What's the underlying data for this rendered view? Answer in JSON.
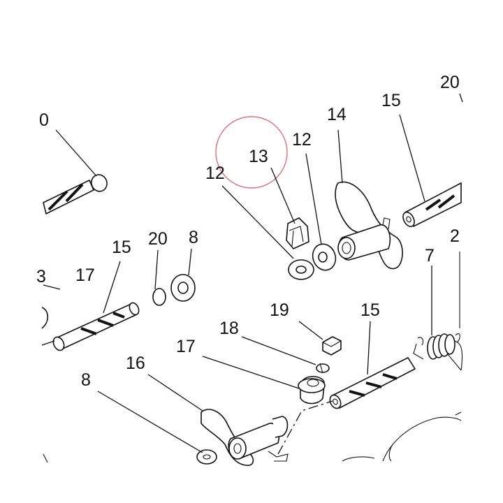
{
  "labels": {
    "l20_left": "0",
    "l20_top": "20",
    "l15_top": "15",
    "l14": "14",
    "l12_right": "12",
    "l13": "13",
    "l12_left": "12",
    "l15_mid": "15",
    "l20_mid": "20",
    "l8_mid": "8",
    "l17_left": "17",
    "l3_edge": "3",
    "l2_edge": "2",
    "l7": "7",
    "l19": "19",
    "l15_low": "15",
    "l18": "18",
    "l17_low": "17",
    "l16": "16",
    "l8_low": "8"
  },
  "highlight_color": "#d9707a"
}
